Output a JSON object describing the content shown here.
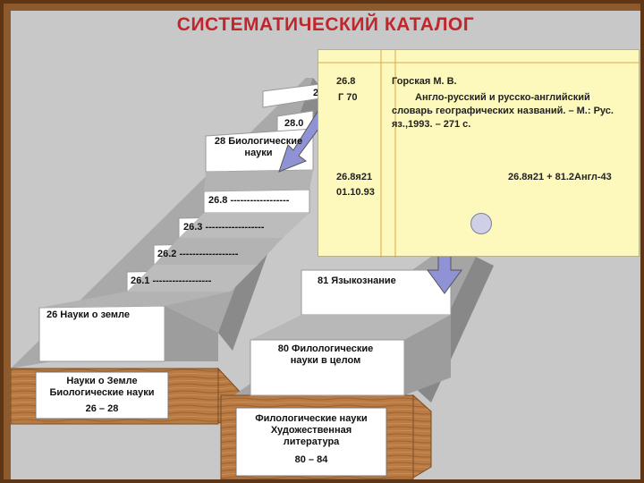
{
  "title": "СИСТЕМАТИЧЕСКИЙ КАТАЛОГ",
  "left_tray": {
    "cards": [
      {
        "index": "2",
        "label": "2"
      },
      {
        "index": "28.0",
        "label": "28.0"
      },
      {
        "index": "28",
        "label_lines": [
          "28 Биологические",
          "науки"
        ]
      },
      {
        "index": "26.8",
        "label": "26.8 ------------------"
      },
      {
        "index": "26.3",
        "label": "26.3 ------------------"
      },
      {
        "index": "26.2",
        "label": "26.2 ------------------"
      },
      {
        "index": "26.1",
        "label": "26.1 ------------------"
      },
      {
        "index": "26",
        "label": "26 Науки о земле"
      }
    ],
    "front_label": {
      "lines": [
        "Науки о Земле",
        "Биологические науки"
      ],
      "range": "26 – 28"
    }
  },
  "right_tray": {
    "cards": [
      {
        "index": "81",
        "label": "81 Языкознание"
      },
      {
        "index": "80",
        "label_lines": [
          "80 Филологические",
          "науки в целом"
        ]
      }
    ],
    "front_label": {
      "lines": [
        "Филологические науки",
        "Художественная",
        "литература"
      ],
      "range": "80 – 84"
    }
  },
  "catalog_card": {
    "class_code": "26.8",
    "author": "Горская М. В.",
    "author_mark": "Г 70",
    "description_lines": [
      "Англо-русский и русско-английский",
      "словарь географических названий. – М.: Рус.",
      "яз.,1993. – 271 с."
    ],
    "shelf_code": "26.8я21",
    "date": "01.10.93",
    "index_formula": "26.8я21 + 81.2Англ-43"
  },
  "colors": {
    "title": "#c0262c",
    "wood": "#b97b43",
    "card_bg": "#fdf9bd",
    "arrow": "#8f93d6",
    "tray_gray": "#9a9a9a"
  }
}
